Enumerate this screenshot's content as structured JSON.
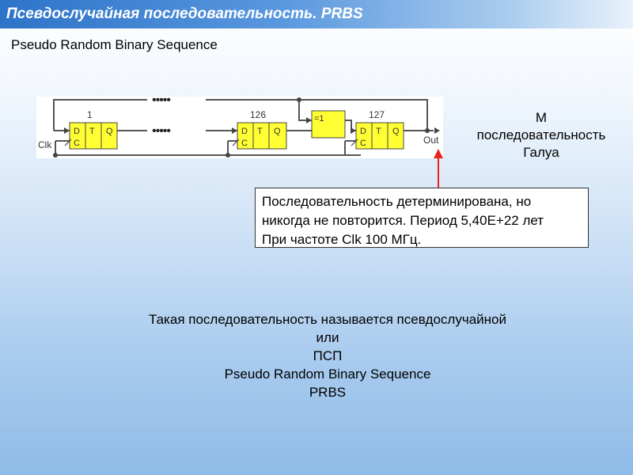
{
  "slide": {
    "title": "Псевдослучайная последовательность. PRBS",
    "subtitle": "Pseudo Random Binary Sequence"
  },
  "diagram": {
    "clock_label": "Clk",
    "output_label": "Out",
    "xor_label": "=1",
    "ellipsis": "•••••",
    "stages": [
      {
        "number": "1",
        "d": "D",
        "c": "C",
        "t": "T",
        "q": "Q"
      },
      {
        "number": "126",
        "d": "D",
        "c": "C",
        "t": "T",
        "q": "Q"
      },
      {
        "number": "127",
        "d": "D",
        "c": "C",
        "t": "T",
        "q": "Q"
      }
    ],
    "colors": {
      "panel": "#ffffff",
      "flipflop": "#ffff33",
      "wire": "#555555",
      "arrow": "#e8241c"
    }
  },
  "m_label": {
    "lines": [
      "М",
      "последовательность",
      "Галуа"
    ]
  },
  "callout": {
    "lines": [
      "Последовательность детерминирована, но",
      "никогда не повторится. Период 5,40E+22 лет",
      "При частоте Clk 100 МГц."
    ]
  },
  "summary": {
    "lines": [
      "Такая последовательность называется псевдослучайной",
      "или",
      "ПСП",
      "Pseudo Random Binary Sequence",
      "PRBS"
    ]
  }
}
